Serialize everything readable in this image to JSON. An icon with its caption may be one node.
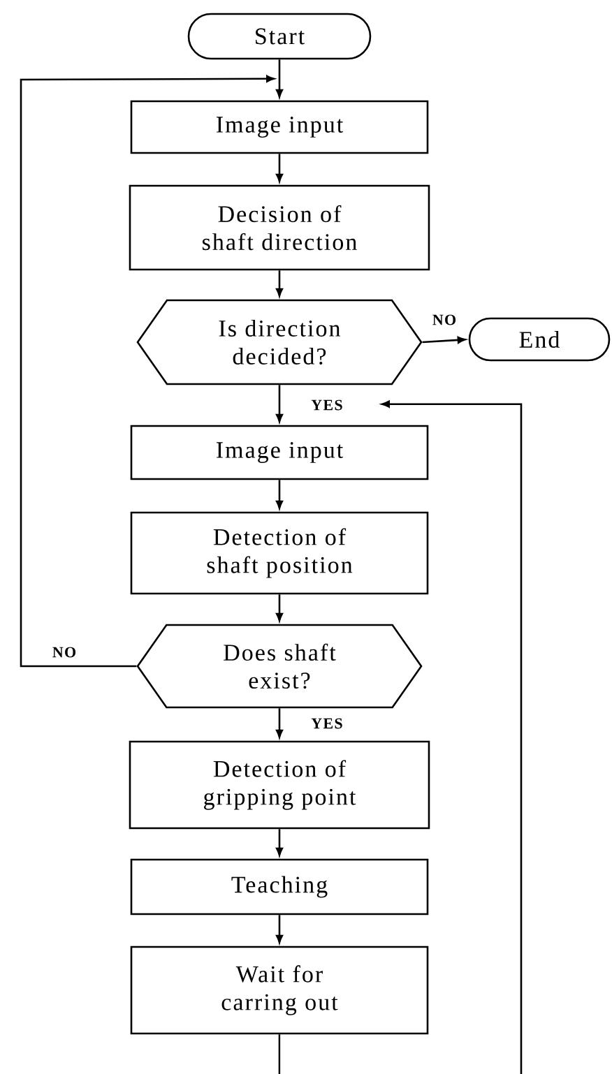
{
  "diagram": {
    "nodes": [
      {
        "text": [
          "Start"
        ]
      },
      {
        "text": [
          "Image input"
        ]
      },
      {
        "text": [
          "Decision of shaft direction"
        ]
      },
      {
        "text": [
          "Is direction decided?"
        ]
      },
      {
        "text": [
          "End"
        ]
      },
      {
        "text": [
          "Image input"
        ]
      },
      {
        "text": [
          "Detection of shaft position"
        ]
      },
      {
        "text": [
          "Does shaft exist?"
        ]
      },
      {
        "text": [
          "Detection of gripping point"
        ]
      },
      {
        "text": [
          "Teaching"
        ]
      },
      {
        "text": [
          "Wait for carring out"
        ]
      }
    ],
    "edges": [
      {
        "from": 0,
        "to": 1,
        "arrow": "to"
      },
      {
        "from": 1,
        "to": 2,
        "arrow": "to"
      },
      {
        "from": 2,
        "to": 3,
        "arrow": "to"
      },
      {
        "from": 3,
        "to": 4,
        "arrow": "to",
        "label": "NO"
      },
      {
        "from": 3,
        "to": 5,
        "arrow": "to",
        "label": "YES"
      },
      {
        "from": 5,
        "to": 6,
        "arrow": "to"
      },
      {
        "from": 6,
        "to": 7,
        "arrow": "to"
      },
      {
        "from": 7,
        "to": 1,
        "arrow": "to",
        "label": "NO"
      },
      {
        "from": 7,
        "to": 8,
        "arrow": "to",
        "label": "YES"
      },
      {
        "from": 8,
        "to": 9,
        "arrow": "to"
      },
      {
        "from": 9,
        "to": 10,
        "arrow": "to"
      },
      {
        "from": 10,
        "to": null,
        "arrow": "none"
      },
      {
        "from": null,
        "to": 5,
        "arrow": "to"
      }
    ]
  }
}
